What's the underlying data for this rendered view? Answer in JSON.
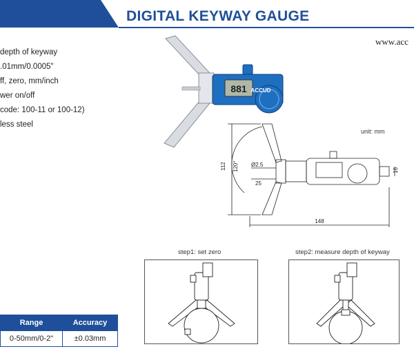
{
  "header": {
    "title": "DIGITAL KEYWAY GAUGE",
    "website": "www.acc"
  },
  "features": [
    "depth of keyway",
    ".01mm/0.0005\"",
    "ff, zero, mm/inch",
    "wer on/off",
    "code: 100-11 or 100-12)",
    "less steel"
  ],
  "product": {
    "display": "881",
    "brand": "ACCUD",
    "icon": "digital-gauge-photo"
  },
  "drawing": {
    "unit": "unit: mm",
    "dim_height": "112",
    "dim_angle": "120°",
    "dim_diameter": "Ø2.5",
    "dim_depth": "25",
    "dim_length": "148",
    "dim_side": "16"
  },
  "steps": {
    "step1": "step1: set zero",
    "step2": "step2: measure depth of keyway"
  },
  "spec_table": {
    "headers": [
      "Range",
      "Accuracy"
    ],
    "rows": [
      [
        "0-50mm/0-2\"",
        "±0.03mm"
      ]
    ]
  },
  "colors": {
    "brand_blue": "#1f4f9a",
    "device_blue": "#1e6fc0"
  }
}
